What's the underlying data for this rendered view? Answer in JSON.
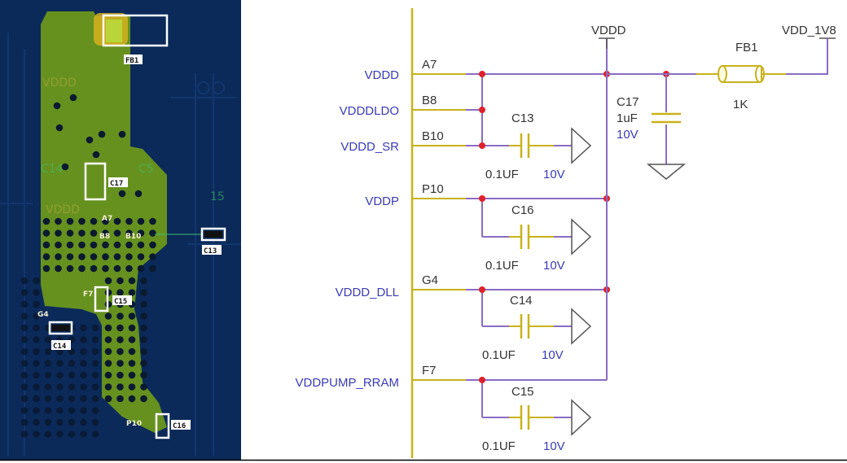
{
  "pcb": {
    "component_labels": {
      "fb1": "FB1",
      "c17": "C17",
      "c13": "C13",
      "c15": "C15",
      "c14": "C14",
      "c16": "C16"
    },
    "pin_labels": {
      "a7": "A7",
      "b8": "B8",
      "b10": "B10",
      "f7": "F7",
      "g4": "G4",
      "p10": "P10"
    },
    "silk_labels": {
      "vddd_top": "VDDD",
      "vddd_mid": "VDDD",
      "c14_faint": "C14",
      "c5_faint": "C5",
      "num_15": "15"
    }
  },
  "schematic": {
    "nets": [
      "VDDD",
      "VDDDLDO",
      "VDDD_SR",
      "VDDP",
      "VDDD_DLL",
      "VDDPUMP_RRAM"
    ],
    "pins": [
      "A7",
      "B8",
      "B10",
      "P10",
      "G4",
      "F7"
    ],
    "power": {
      "vddd": "VDDD",
      "vdd_1v8": "VDD_1V8"
    },
    "ferrite": {
      "ref": "FB1",
      "value": "1K"
    },
    "c17": {
      "ref": "C17",
      "value": "1uF",
      "voltage": "10V"
    },
    "decoupling": [
      {
        "ref": "C13",
        "value": "0.1UF",
        "voltage": "10V"
      },
      {
        "ref": "C16",
        "value": "0.1UF",
        "voltage": "10V"
      },
      {
        "ref": "C14",
        "value": "0.1UF",
        "voltage": "10V"
      },
      {
        "ref": "C15",
        "value": "0.1UF",
        "voltage": "10V"
      }
    ]
  },
  "colors": {
    "wire_pin": "#c9b21a",
    "wire_net": "#8a6cc4",
    "junction": "#e0202a",
    "net_label": "#3a3ab8",
    "pcb_bg": "#0b2a5a",
    "copper": "#6f9a1a"
  }
}
